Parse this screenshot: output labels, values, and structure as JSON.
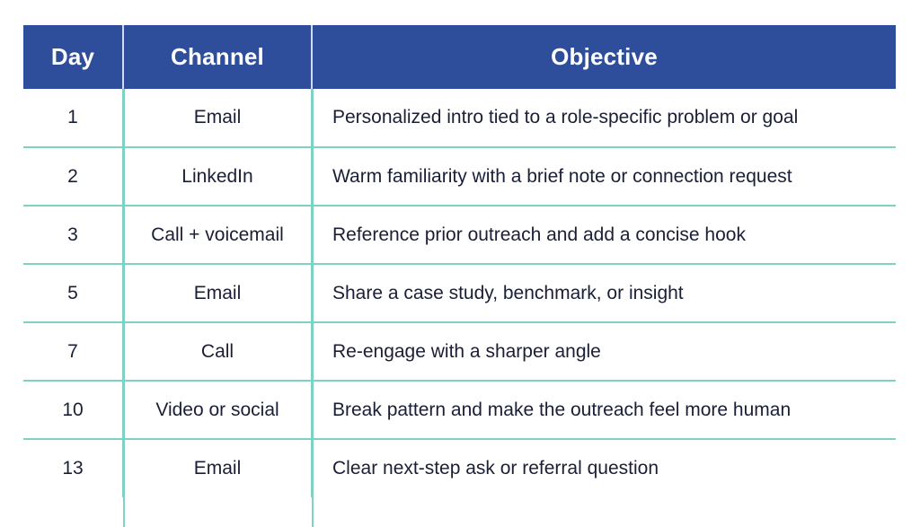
{
  "table": {
    "columns": [
      {
        "key": "day",
        "label": "Day",
        "align": "center"
      },
      {
        "key": "channel",
        "label": "Channel",
        "align": "center"
      },
      {
        "key": "objective",
        "label": "Objective",
        "align": "left"
      }
    ],
    "rows": [
      {
        "day": "1",
        "channel": "Email",
        "objective": "Personalized intro tied to a role-specific problem or goal"
      },
      {
        "day": "2",
        "channel": "LinkedIn",
        "objective": "Warm familiarity with a brief note or connection request"
      },
      {
        "day": "3",
        "channel": "Call + voicemail",
        "objective": "Reference prior outreach and add a concise hook"
      },
      {
        "day": "5",
        "channel": "Email",
        "objective": "Share a case study, benchmark, or insight"
      },
      {
        "day": "7",
        "channel": "Call",
        "objective": "Re-engage with a sharper angle"
      },
      {
        "day": "10",
        "channel": "Video or social",
        "objective": "Break pattern and make the outreach feel more human"
      },
      {
        "day": "13",
        "channel": "Email",
        "objective": "Clear next-step ask or referral question"
      }
    ]
  },
  "colors": {
    "header_background": "#2E4E9B",
    "header_text": "#FFFFFF",
    "grid_line": "#7FD1C4",
    "body_text": "#1A1F36",
    "page_background": "#FFFFFF"
  }
}
